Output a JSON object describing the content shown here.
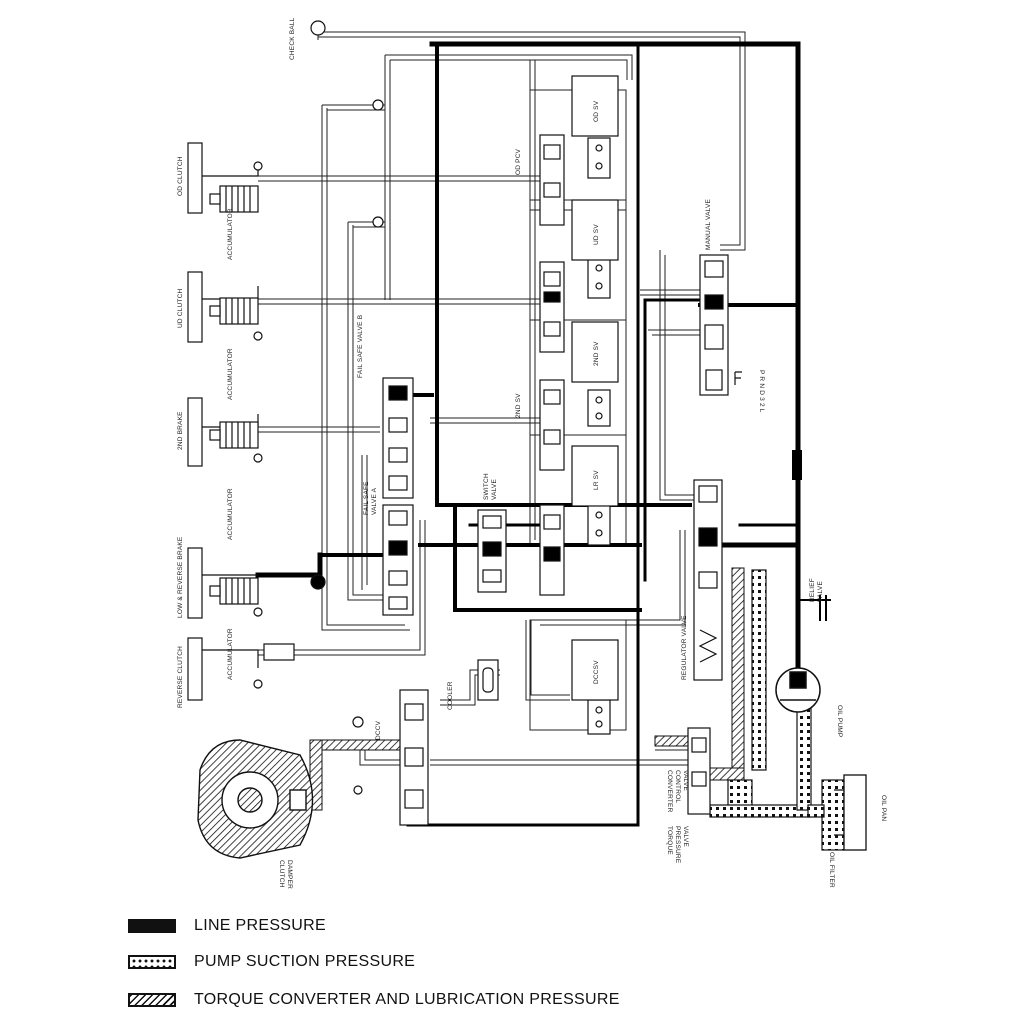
{
  "labels": {
    "check_ball": "CHECK BALL",
    "od_clutch": "OD CLUTCH",
    "accumulator_1": "ACCUMULATOR",
    "ud_clutch": "UD CLUTCH",
    "accumulator_2": "ACCUMULATOR",
    "second_brake": "2ND BRAKE",
    "accumulator_3": "ACCUMULATOR",
    "low_reverse_brake": "LOW & REVERSE BRAKE",
    "accumulator_4": "ACCUMULATOR",
    "reverse_clutch": "REVERSE CLUTCH",
    "fail_safe_b": "FAIL SAFE VALVE B",
    "fail_safe_a_1": "FAIL SAFE",
    "fail_safe_a_2": "VALVE A",
    "od_pcv": "OD PCV",
    "od_sv": "OD SV",
    "ud_sv": "UD SV",
    "second_sv_top": "2ND SV",
    "second_sv": "2ND SV",
    "lr_sv": "LR SV",
    "switch_valve_1": "SWITCH",
    "switch_valve_2": "VALVE",
    "dcc_sv": "DCCSV",
    "manual_valve": "MANUAL VALVE",
    "positions": "P R N D 3 2 L",
    "regulator_valve": "REGULATOR VALVE",
    "relief_valve_1": "RELIEF",
    "relief_valve_2": "VALVE",
    "oil_pump": "OIL PUMP",
    "oil_pan": "OIL PAN",
    "oil_filter": "OIL FILTER",
    "cooler": "COOLER",
    "dcc_v": "DCCV",
    "damper_clutch_1": "DAMPER",
    "damper_clutch_2": "CLUTCH",
    "converter_control_1": "CONVERTER",
    "converter_control_2": "CONTROL",
    "converter_control_3": "VALVE",
    "torque_pressure_1": "TORQUE",
    "torque_pressure_2": "PRESSURE",
    "torque_pressure_3": "VALVE"
  },
  "legend": [
    {
      "pattern": "solid-black",
      "text": "LINE PRESSURE"
    },
    {
      "pattern": "dotted",
      "text": "PUMP SUCTION PRESSURE"
    },
    {
      "pattern": "hatched",
      "text": "TORQUE CONVERTER AND LUBRICATION PRESSURE"
    }
  ]
}
